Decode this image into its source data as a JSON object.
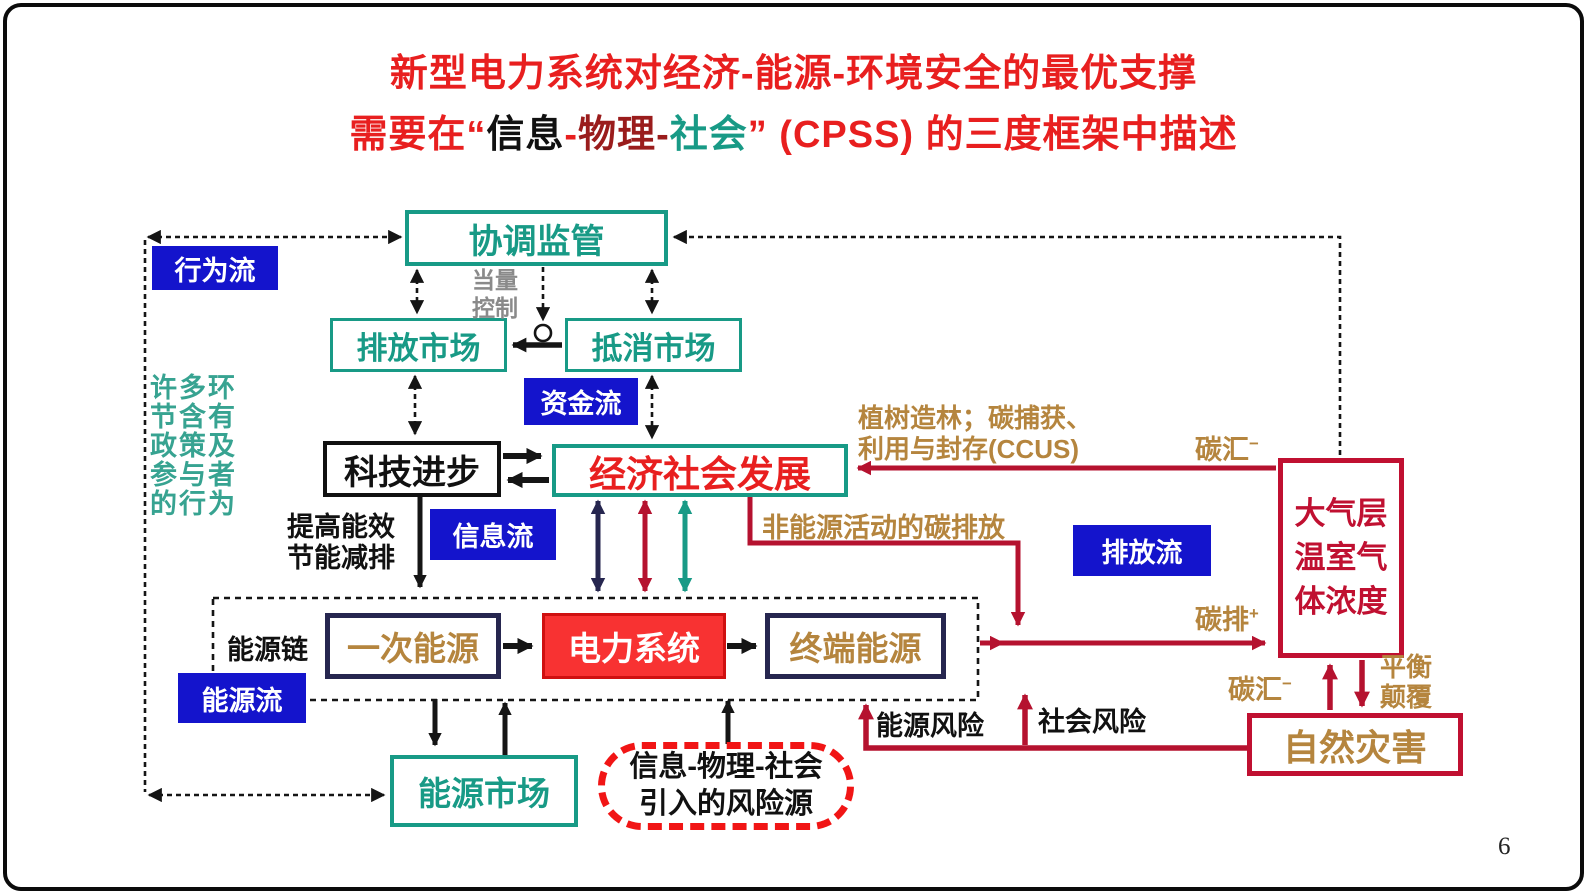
{
  "title": {
    "line1": "新型电力系统对经济-能源-环境安全的最优支撑",
    "line2": {
      "prefix": "需要在",
      "quote_open": "“",
      "cps_info": "信息",
      "dash1": "-",
      "cps_physical": "物理",
      "dash2": "-",
      "cps_social": "社会",
      "quote_close": "”",
      "suffix": " (CPSS) 的三度框架中描述"
    }
  },
  "boxes": {
    "coordination": "协调监管",
    "emission_market": "排放市场",
    "offset_market": "抵消市场",
    "tech_progress": "科技进步",
    "econ_social": "经济社会发展",
    "primary_energy": "一次能源",
    "power_system": "电力系统",
    "terminal_energy": "终端能源",
    "energy_market": "能源市场",
    "atmosphere": {
      "line1": "大气层",
      "line2": "温室气",
      "line3": "体浓度"
    },
    "natural_disaster": "自然灾害",
    "risk_source": {
      "line1": "信息-物理-社会",
      "line2": "引入的风险源"
    }
  },
  "flow_labels": {
    "behavior": "行为流",
    "capital": "资金流",
    "information": "信息流",
    "energy": "能源流",
    "emission": "排放流"
  },
  "annotations": {
    "equivalent_control": {
      "line1": "当量",
      "line2": "控制"
    },
    "side_note_lines": [
      "许多环",
      "节含有",
      "政策及",
      "参与者",
      "的行为"
    ],
    "efficiency": {
      "line1": "提高能效",
      "line2": "节能减排"
    },
    "afforestation": {
      "line1": "植树造林；碳捕获、",
      "line2": "利用与封存(CCUS)"
    },
    "non_energy": "非能源活动的碳排放",
    "carbon_sink_top": {
      "text": "碳汇",
      "sup": "−"
    },
    "carbon_emission": {
      "text": "碳排",
      "sup": "+"
    },
    "carbon_sink_bottom": {
      "text": "碳汇",
      "sup": "−"
    },
    "energy_chain": "能源链",
    "energy_risk": "能源风险",
    "social_risk": "社会风险",
    "balance": {
      "line1": "平衡",
      "line2": "颠覆"
    }
  },
  "page_number": "6",
  "colors": {
    "teal": "#189a86",
    "blue": "#1414cc",
    "red": "#e81f1f",
    "dark_red": "#b5122f",
    "crimson": "#c01031",
    "navy": "#26264f",
    "brown": "#b5853e",
    "ink": "#111111",
    "gray": "#8a8a8a",
    "maroon": "#9a1c1c"
  }
}
